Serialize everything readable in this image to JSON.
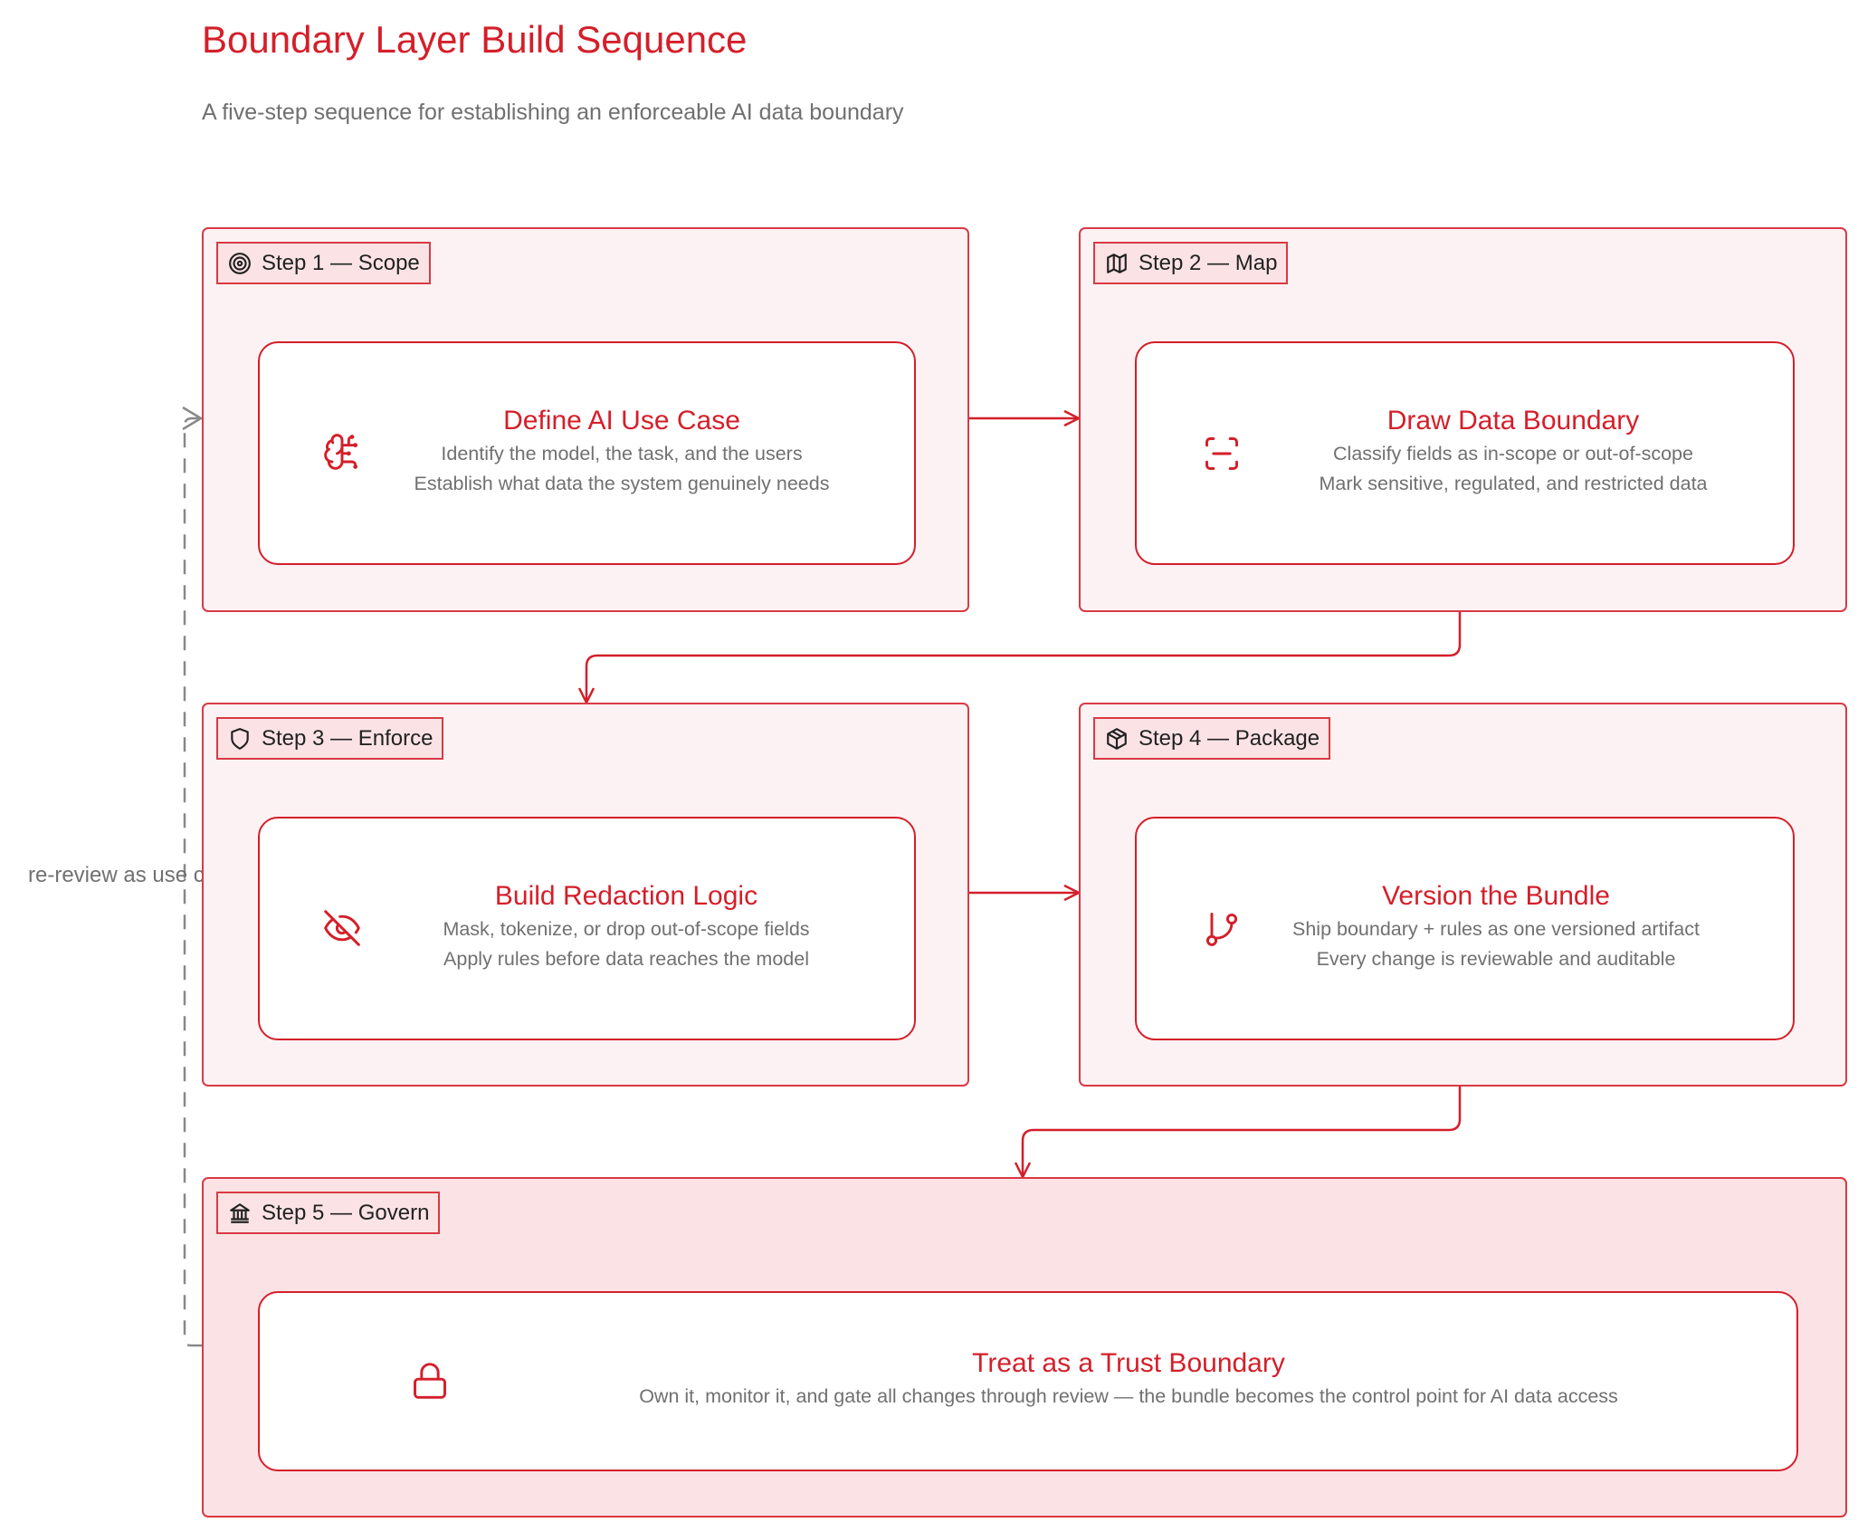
{
  "title": "Boundary Layer Build Sequence",
  "subtitle": "A five-step sequence for establishing an enforceable AI data boundary",
  "loop_label": "re-review as use cases evolve",
  "colors": {
    "accent": "#d41f2a",
    "frame_border": "#d83a45",
    "frame_fill": "#fcf2f3",
    "govern_fill": "#fbe3e5",
    "muted_text": "#707070"
  },
  "steps": [
    {
      "tag": "Step 1 — Scope",
      "tag_icon": "target-icon",
      "card_icon": "brain-circuit-icon",
      "card": {
        "title": "Define AI Use Case",
        "lines": [
          "Identify the model, the task, and the users",
          "Establish what data the system genuinely needs"
        ]
      }
    },
    {
      "tag": "Step 2 — Map",
      "tag_icon": "map-icon",
      "card_icon": "scan-line-icon",
      "card": {
        "title": "Draw Data Boundary",
        "lines": [
          "Classify fields as in-scope or out-of-scope",
          "Mark sensitive, regulated, and restricted data"
        ]
      }
    },
    {
      "tag": "Step 3 — Enforce",
      "tag_icon": "shield-icon",
      "card_icon": "eye-off-icon",
      "card": {
        "title": "Build Redaction Logic",
        "lines": [
          "Mask, tokenize, or drop out-of-scope fields",
          "Apply rules before data reaches the model"
        ]
      }
    },
    {
      "tag": "Step 4 — Package",
      "tag_icon": "package-icon",
      "card_icon": "git-branch-icon",
      "card": {
        "title": "Version the Bundle",
        "lines": [
          "Ship boundary + rules as one versioned artifact",
          "Every change is reviewable and auditable"
        ]
      }
    },
    {
      "tag": "Step 5 — Govern",
      "tag_icon": "landmark-icon",
      "card_icon": "lock-icon",
      "card": {
        "title": "Treat as a Trust Boundary",
        "lines": [
          "Own it, monitor it, and gate all changes through review — the bundle becomes the control point for AI data access"
        ]
      }
    }
  ]
}
